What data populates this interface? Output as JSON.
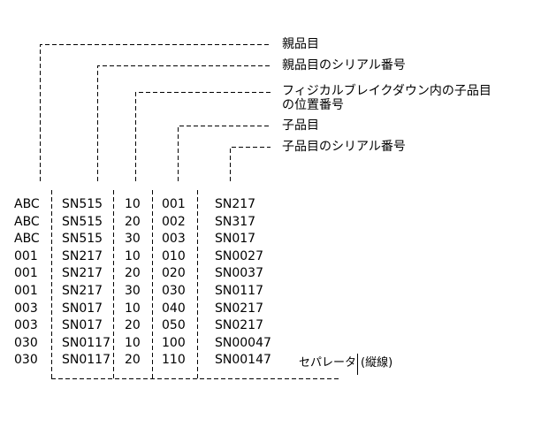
{
  "labels": {
    "parent_item": "親品目",
    "parent_serial": "親品目のシリアル番号",
    "position_line1": "フィジカルブレイクダウン内の子品目",
    "position_line2": "の位置番号",
    "child_item": "子品目",
    "child_serial": "子品目のシリアル番号"
  },
  "table": {
    "rows": [
      [
        "ABC",
        "SN515",
        "10",
        "001",
        "SN217"
      ],
      [
        "ABC",
        "SN515",
        "20",
        "002",
        "SN317"
      ],
      [
        "ABC",
        "SN515",
        "30",
        "003",
        "SN017"
      ],
      [
        "001",
        "SN217",
        "10",
        "010",
        "SN0027"
      ],
      [
        "001",
        "SN217",
        "20",
        "020",
        "SN0037"
      ],
      [
        "001",
        "SN217",
        "30",
        "030",
        "SN0117"
      ],
      [
        "003",
        "SN017",
        "10",
        "040",
        "SN0217"
      ],
      [
        "003",
        "SN017",
        "20",
        "050",
        "SN0217"
      ],
      [
        "030",
        "SN0117",
        "10",
        "100",
        "SN00047"
      ],
      [
        "030",
        "SN0117",
        "20",
        "110",
        "SN00147"
      ]
    ]
  },
  "separator_note": {
    "left": "セパレータ",
    "right": "(縦線)"
  }
}
